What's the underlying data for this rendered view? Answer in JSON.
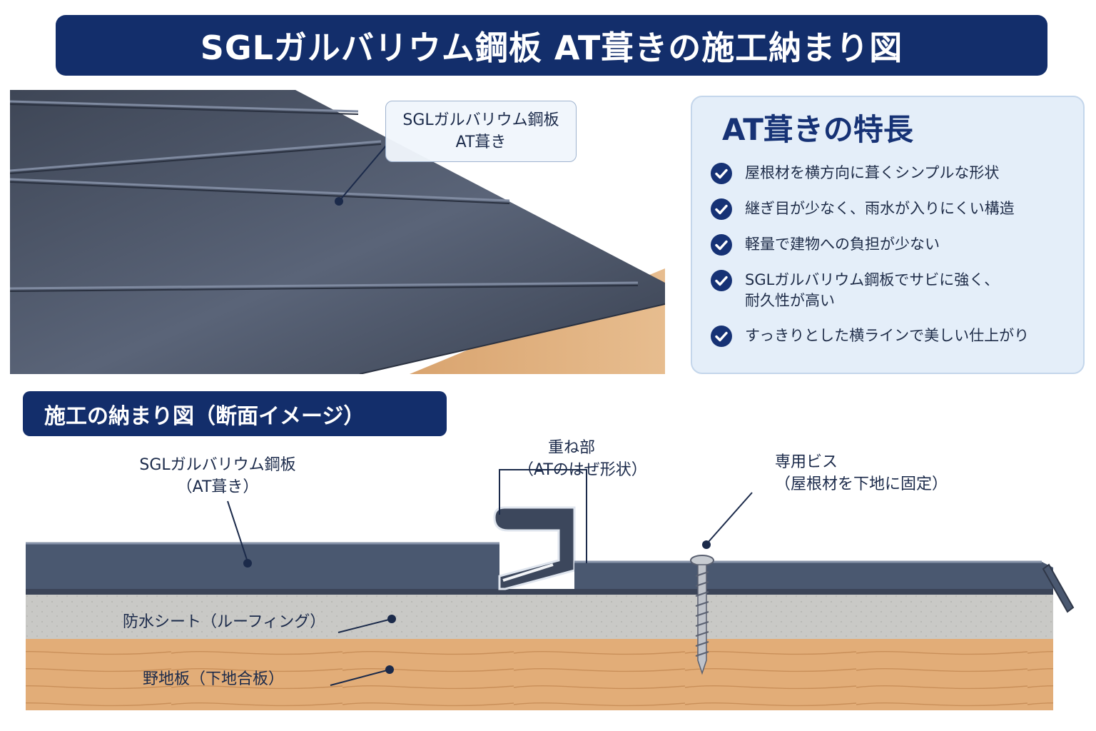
{
  "title": "SGLガルバリウム鋼板  AT葺きの施工納まり図",
  "photo": {
    "callout_line1": "SGLガルバリウム鋼板",
    "callout_line2": "AT葺き"
  },
  "features": {
    "title": "AT葺きの特長",
    "items": [
      [
        "屋根材を横方向に葺くシンプルな形状"
      ],
      [
        "継ぎ目が少なく、雨水が入りにくい構造"
      ],
      [
        "軽量で建物への負担が少ない"
      ],
      [
        "SGLガルバリウム鋼板でサビに強く、",
        "耐久性が高い"
      ],
      [
        "すっきりとした横ラインで美しい仕上がり"
      ]
    ]
  },
  "section": {
    "label": "施工の納まり図（断面イメージ）",
    "labels": {
      "panel_line1": "SGLガルバリウム鋼板",
      "panel_line2": "（AT葺き）",
      "seam_line1": "重ね部",
      "seam_line2": "（ATのはぜ形状）",
      "screw_line1": "専用ビス",
      "screw_line2": "（屋根材を下地に固定）",
      "sheet": "防水シート（ルーフィング）",
      "board": "野地板（下地合板）"
    }
  },
  "colors": {
    "navy": "#132e6b",
    "steel": "#4a5870",
    "wood": "#e2ad78",
    "underlay": "#c9c9c6"
  }
}
